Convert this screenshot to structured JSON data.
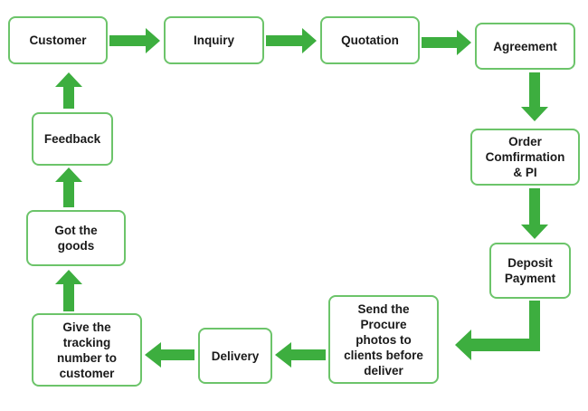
{
  "colors": {
    "box_border": "#6cc46a",
    "arrow": "#3dae3f",
    "text": "#1a1a1a",
    "background": "#ffffff"
  },
  "steps": {
    "customer": "Customer",
    "inquiry": "Inquiry",
    "quotation": "Quotation",
    "agreement": "Agreement",
    "order_confirmation": "Order\nComfirmation\n& PI",
    "deposit_payment": "Deposit\nPayment",
    "send_photos": "Send the\nProcure\nphotos to\nclients before\ndeliver",
    "delivery": "Delivery",
    "tracking_number": "Give the\ntracking\nnumber to\ncustomer",
    "got_goods": "Got the\ngoods",
    "feedback": "Feedback"
  }
}
